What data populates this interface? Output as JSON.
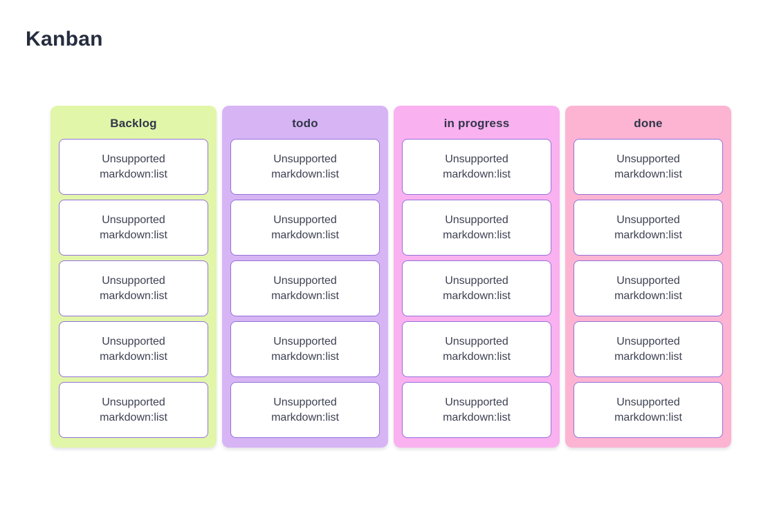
{
  "page_title": "Kanban",
  "colors": {
    "card_border": "#9370db",
    "card_background": "#ffffff",
    "title_text": "#252c3e",
    "header_text": "#323649",
    "card_text": "#3d4152"
  },
  "columns": [
    {
      "label": "Backlog",
      "bg": "#e2f6a9",
      "cards": [
        {
          "lines": [
            "Unsupported",
            "markdown:list"
          ]
        },
        {
          "lines": [
            "Unsupported",
            "markdown:list"
          ]
        },
        {
          "lines": [
            "Unsupported",
            "markdown:list"
          ]
        },
        {
          "lines": [
            "Unsupported",
            "markdown:list"
          ]
        },
        {
          "lines": [
            "Unsupported",
            "markdown:list"
          ]
        }
      ]
    },
    {
      "label": "todo",
      "bg": "#d7b5f5",
      "cards": [
        {
          "lines": [
            "Unsupported",
            "markdown:list"
          ]
        },
        {
          "lines": [
            "Unsupported",
            "markdown:list"
          ]
        },
        {
          "lines": [
            "Unsupported",
            "markdown:list"
          ]
        },
        {
          "lines": [
            "Unsupported",
            "markdown:list"
          ]
        },
        {
          "lines": [
            "Unsupported",
            "markdown:list"
          ]
        }
      ]
    },
    {
      "label": "in progress",
      "bg": "#fab1f0",
      "cards": [
        {
          "lines": [
            "Unsupported",
            "markdown:list"
          ]
        },
        {
          "lines": [
            "Unsupported",
            "markdown:list"
          ]
        },
        {
          "lines": [
            "Unsupported",
            "markdown:list"
          ]
        },
        {
          "lines": [
            "Unsupported",
            "markdown:list"
          ]
        },
        {
          "lines": [
            "Unsupported",
            "markdown:list"
          ]
        }
      ]
    },
    {
      "label": "done",
      "bg": "#fcb4d2",
      "cards": [
        {
          "lines": [
            "Unsupported",
            "markdown:list"
          ]
        },
        {
          "lines": [
            "Unsupported",
            "markdown:list"
          ]
        },
        {
          "lines": [
            "Unsupported",
            "markdown:list"
          ]
        },
        {
          "lines": [
            "Unsupported",
            "markdown:list"
          ]
        },
        {
          "lines": [
            "Unsupported",
            "markdown:list"
          ]
        }
      ]
    }
  ]
}
